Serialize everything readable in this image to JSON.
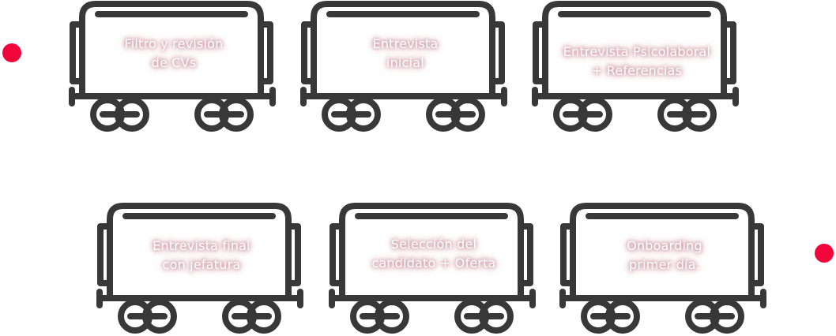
{
  "colors": {
    "wagon_stroke": "#383838",
    "dot": "#f0063a",
    "label_text": "#ffffff",
    "label_glow": "#c9909a"
  },
  "start_marker": {
    "icon": "red-dot"
  },
  "end_marker": {
    "icon": "red-dot"
  },
  "steps": [
    {
      "label_line1": "Filtro y revisión",
      "label_line2": "de CVs",
      "icon": "train-wagon-icon"
    },
    {
      "label_line1": "Entrevista",
      "label_line2": "inicial",
      "icon": "train-wagon-icon"
    },
    {
      "label_line1": "Entrevista Psicolaboral",
      "label_line2": "+ Referencias",
      "icon": "train-wagon-icon"
    },
    {
      "label_line1": "Entrevista final",
      "label_line2": "con jefatura",
      "icon": "train-wagon-icon"
    },
    {
      "label_line1": "Selección del",
      "label_line2": "candidato + Oferta",
      "icon": "train-wagon-icon"
    },
    {
      "label_line1": "Onboarding",
      "label_line2": "primer día.",
      "icon": "train-wagon-icon"
    }
  ]
}
